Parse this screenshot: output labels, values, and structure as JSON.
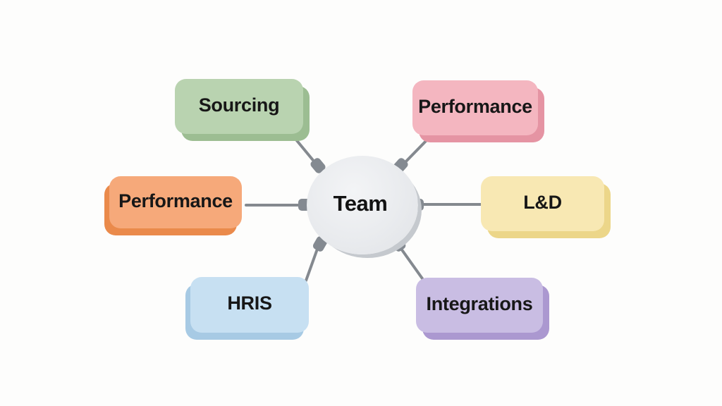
{
  "diagram": {
    "hub": {
      "label": "Team"
    },
    "nodes": [
      {
        "id": "sourcing",
        "label": "Sourcing",
        "face": "#b9d3b0",
        "edge": "#9cbd92"
      },
      {
        "id": "performance-top",
        "label": "Performance",
        "face": "#f4b6c0",
        "edge": "#e594a3"
      },
      {
        "id": "performance-left",
        "label": "Performance",
        "face": "#f6a97a",
        "edge": "#ea8a4b"
      },
      {
        "id": "ld",
        "label": "L&D",
        "face": "#f8e8b3",
        "edge": "#ecd689"
      },
      {
        "id": "hris",
        "label": "HRIS",
        "face": "#c7e0f2",
        "edge": "#a7cae4"
      },
      {
        "id": "integrations",
        "label": "Integrations",
        "face": "#c9bde3",
        "edge": "#ab98d0"
      }
    ],
    "colors": {
      "background": "#fdfdfc",
      "connector": "#84898f",
      "connector_node": "#848a91",
      "hub_face": "#e9ebee",
      "hub_edge": "#c5c9ce",
      "text": "#171717"
    }
  }
}
